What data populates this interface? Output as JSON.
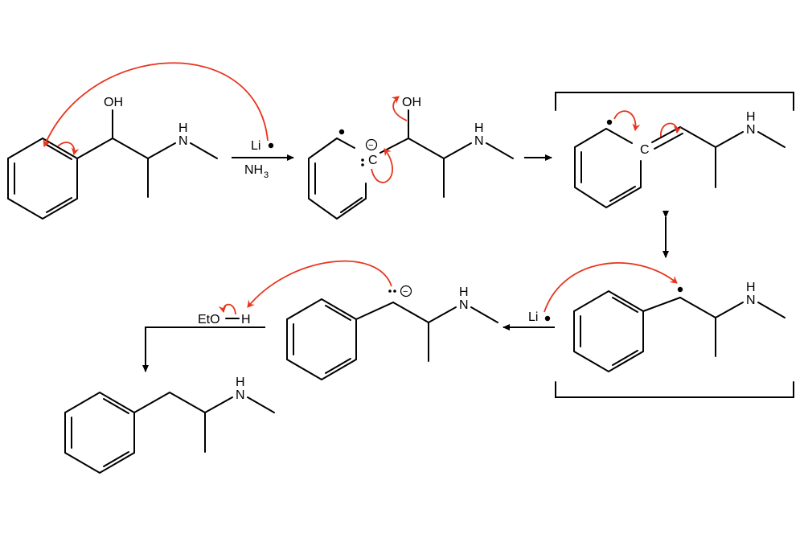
{
  "labels": {
    "oh_1": "OH",
    "nh_1": "N",
    "nh_1_h": "H",
    "li_1": "Li",
    "nh3": "NH",
    "nh3_sub": "3",
    "oh_2": "OH",
    "nh_2": "N",
    "nh_2_h": "H",
    "c_anion": "C",
    "minus_1": "−",
    "nh_3": "N",
    "nh_3_h": "H",
    "c_radical": "C",
    "nh_4": "N",
    "nh_4_h": "H",
    "li_2": "Li",
    "nh_5": "N",
    "nh_5_h": "H",
    "minus_2": "−",
    "eto": "EtO",
    "eto_h": "H",
    "nh_6": "N",
    "nh_6_h": "H"
  },
  "colors": {
    "bond": "#000000",
    "electron_arrow": "#e8341c"
  }
}
